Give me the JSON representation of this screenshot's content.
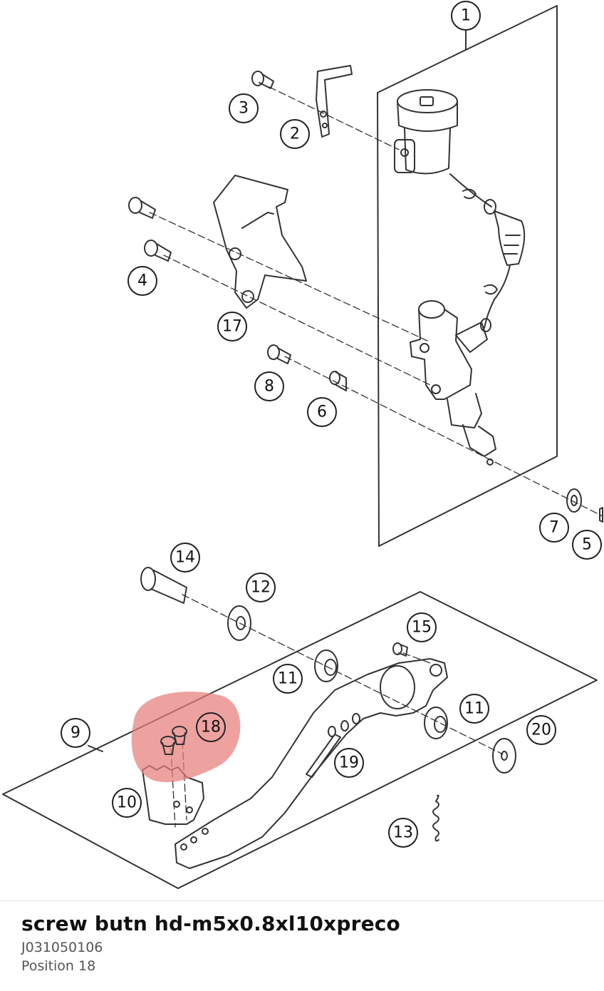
{
  "colors": {
    "highlight": "#e87e7a",
    "line": "#333333",
    "background": "#ffffff"
  },
  "callouts": [
    {
      "id": "1",
      "label": "1"
    },
    {
      "id": "2",
      "label": "2"
    },
    {
      "id": "3",
      "label": "3"
    },
    {
      "id": "4",
      "label": "4"
    },
    {
      "id": "5",
      "label": "5"
    },
    {
      "id": "6",
      "label": "6"
    },
    {
      "id": "7",
      "label": "7"
    },
    {
      "id": "8",
      "label": "8"
    },
    {
      "id": "9",
      "label": "9"
    },
    {
      "id": "10",
      "label": "10"
    },
    {
      "id": "11a",
      "label": "11"
    },
    {
      "id": "11b",
      "label": "11"
    },
    {
      "id": "12",
      "label": "12"
    },
    {
      "id": "13",
      "label": "13"
    },
    {
      "id": "14",
      "label": "14"
    },
    {
      "id": "15",
      "label": "15"
    },
    {
      "id": "17",
      "label": "17"
    },
    {
      "id": "18",
      "label": "18"
    },
    {
      "id": "19",
      "label": "19"
    },
    {
      "id": "20",
      "label": "20"
    }
  ],
  "selected_part": {
    "name": "screw butn hd-m5x0.8xl10xpreco",
    "number": "J031050106",
    "position_text": "Position 18"
  }
}
